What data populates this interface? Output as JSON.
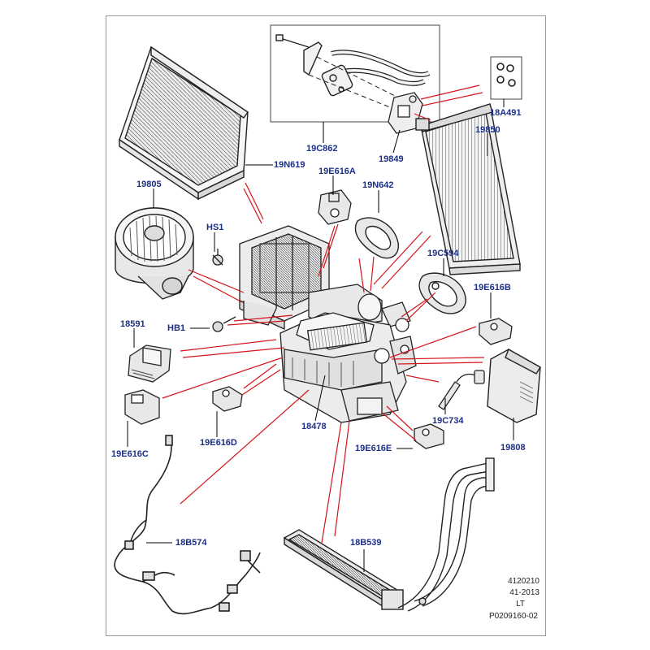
{
  "colors": {
    "callout_text": "#1c2f86",
    "leader_red": "#d4141a",
    "leader_black": "#000000",
    "part_fill": "#f1f1f1",
    "part_stroke": "#222222",
    "frame": "#9a9a9a"
  },
  "part_labels": {
    "p19C862": "19C862",
    "p18A491": "18A491",
    "p19850": "19850",
    "p19849": "19849",
    "p19N619": "19N619",
    "p19E616A": "19E616A",
    "p19N642": "19N642",
    "p19805": "19805",
    "pHS1": "HS1",
    "p19C594": "19C594",
    "p19E616B": "19E616B",
    "p18591": "18591",
    "pHB1": "HB1",
    "p19C734": "19C734",
    "p18478": "18478",
    "p19E616C": "19E616C",
    "p19E616D": "19E616D",
    "p19E616E": "19E616E",
    "p19808": "19808",
    "p18B574": "18B574",
    "p18B539": "18B539"
  },
  "reference": {
    "line1": "4120210",
    "line2": "41-2013",
    "line3": "LT",
    "line4": "P0209160-02"
  },
  "icons": [
    "cabin-filter",
    "blower-motor",
    "evaporator",
    "heater-core",
    "expansion-valve",
    "actuator",
    "control-module",
    "wiring-harness",
    "heater-pipes",
    "hvac-housing"
  ]
}
